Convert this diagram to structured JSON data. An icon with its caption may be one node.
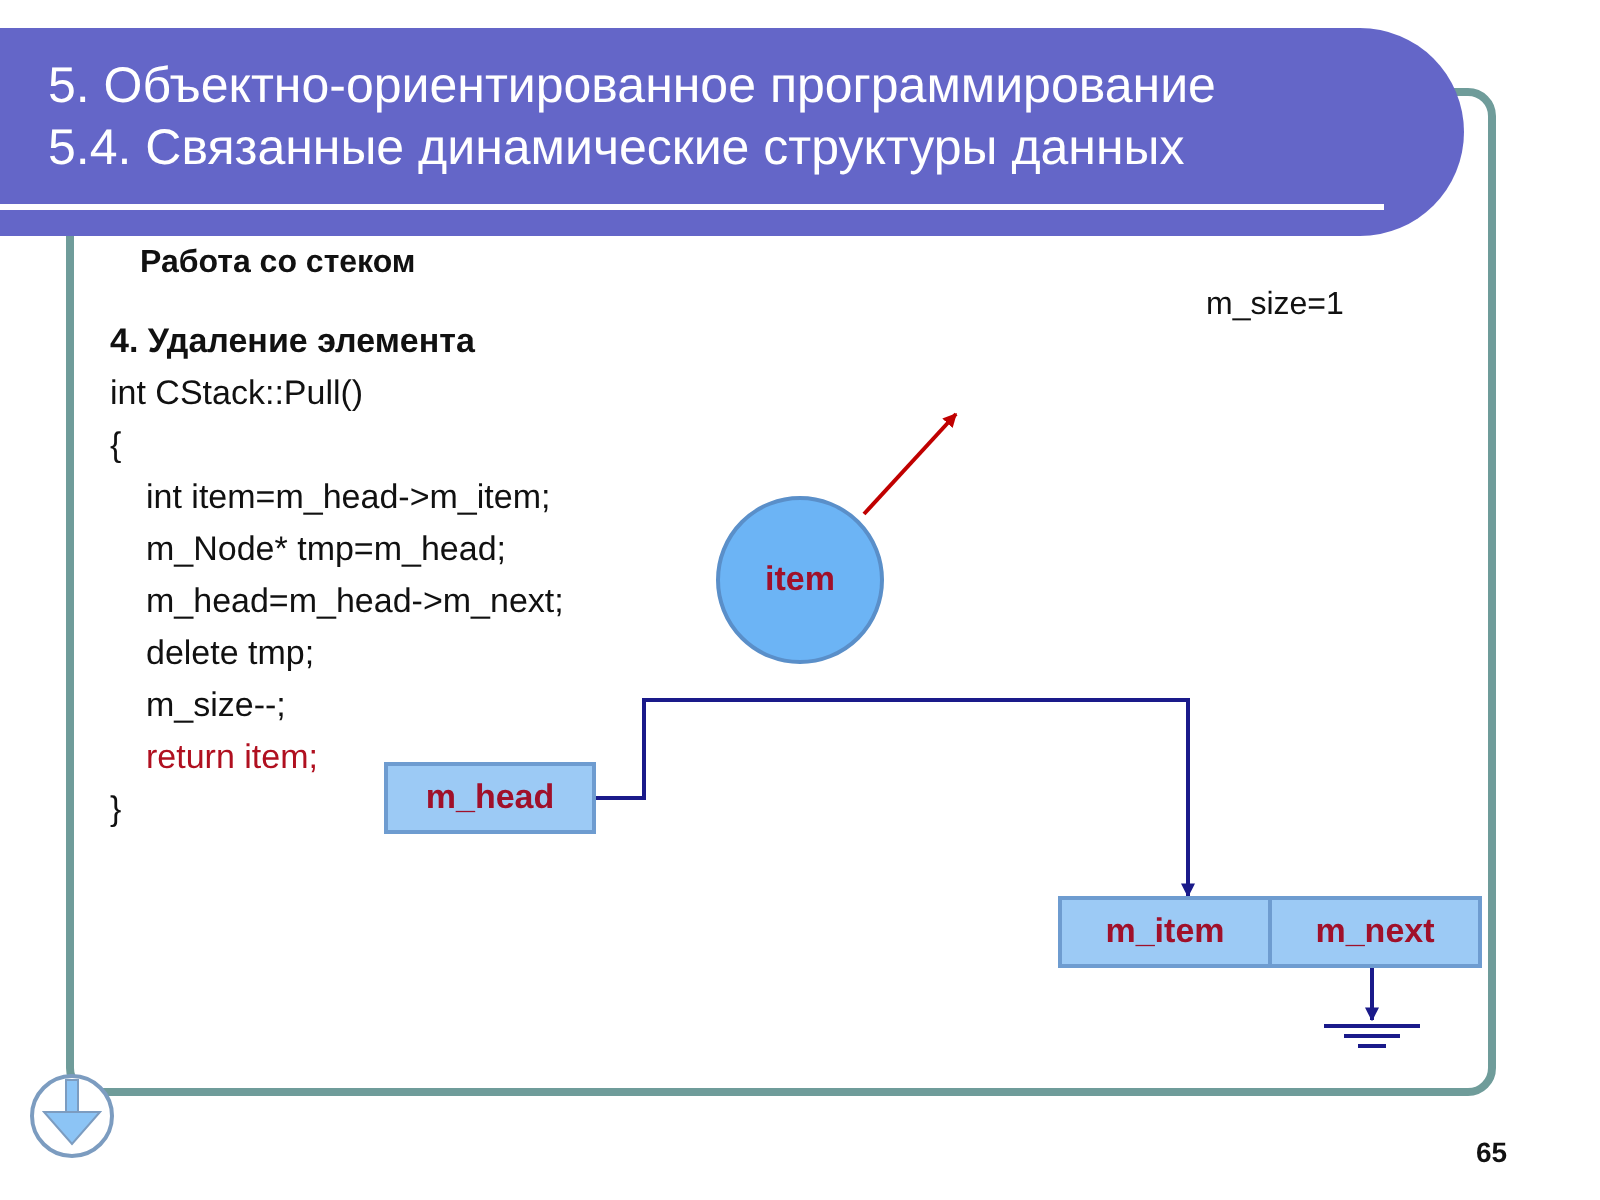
{
  "diagram": {
    "title": "5. Объектно-ориентированное программирование 5.4. Связанные динамические структуры данных",
    "nodes": [
      {
        "text": [
          "item"
        ]
      },
      {
        "text": [
          "m_head"
        ]
      },
      {
        "text": [
          "m_item"
        ]
      },
      {
        "text": [
          "m_next"
        ]
      },
      {
        "text": [],
        "shape": "ground"
      }
    ],
    "edges": [
      {
        "from": 0,
        "to": null,
        "arrow": "to",
        "color": "#c00000"
      },
      {
        "from": 1,
        "to": 2,
        "arrow": "to"
      },
      {
        "from": 3,
        "to": 4,
        "arrow": "to"
      }
    ],
    "labels": [
      "Работа со стеком",
      "m_size=1",
      "4. Удаление элемента",
      "int CStack::Pull()",
      "{",
      "int item=m_head->m_item;",
      "m_Node* tmp=m_head;",
      "m_head=m_head->m_next;",
      "delete tmp;",
      "m_size--;",
      "return item;",
      "}",
      "65"
    ]
  }
}
